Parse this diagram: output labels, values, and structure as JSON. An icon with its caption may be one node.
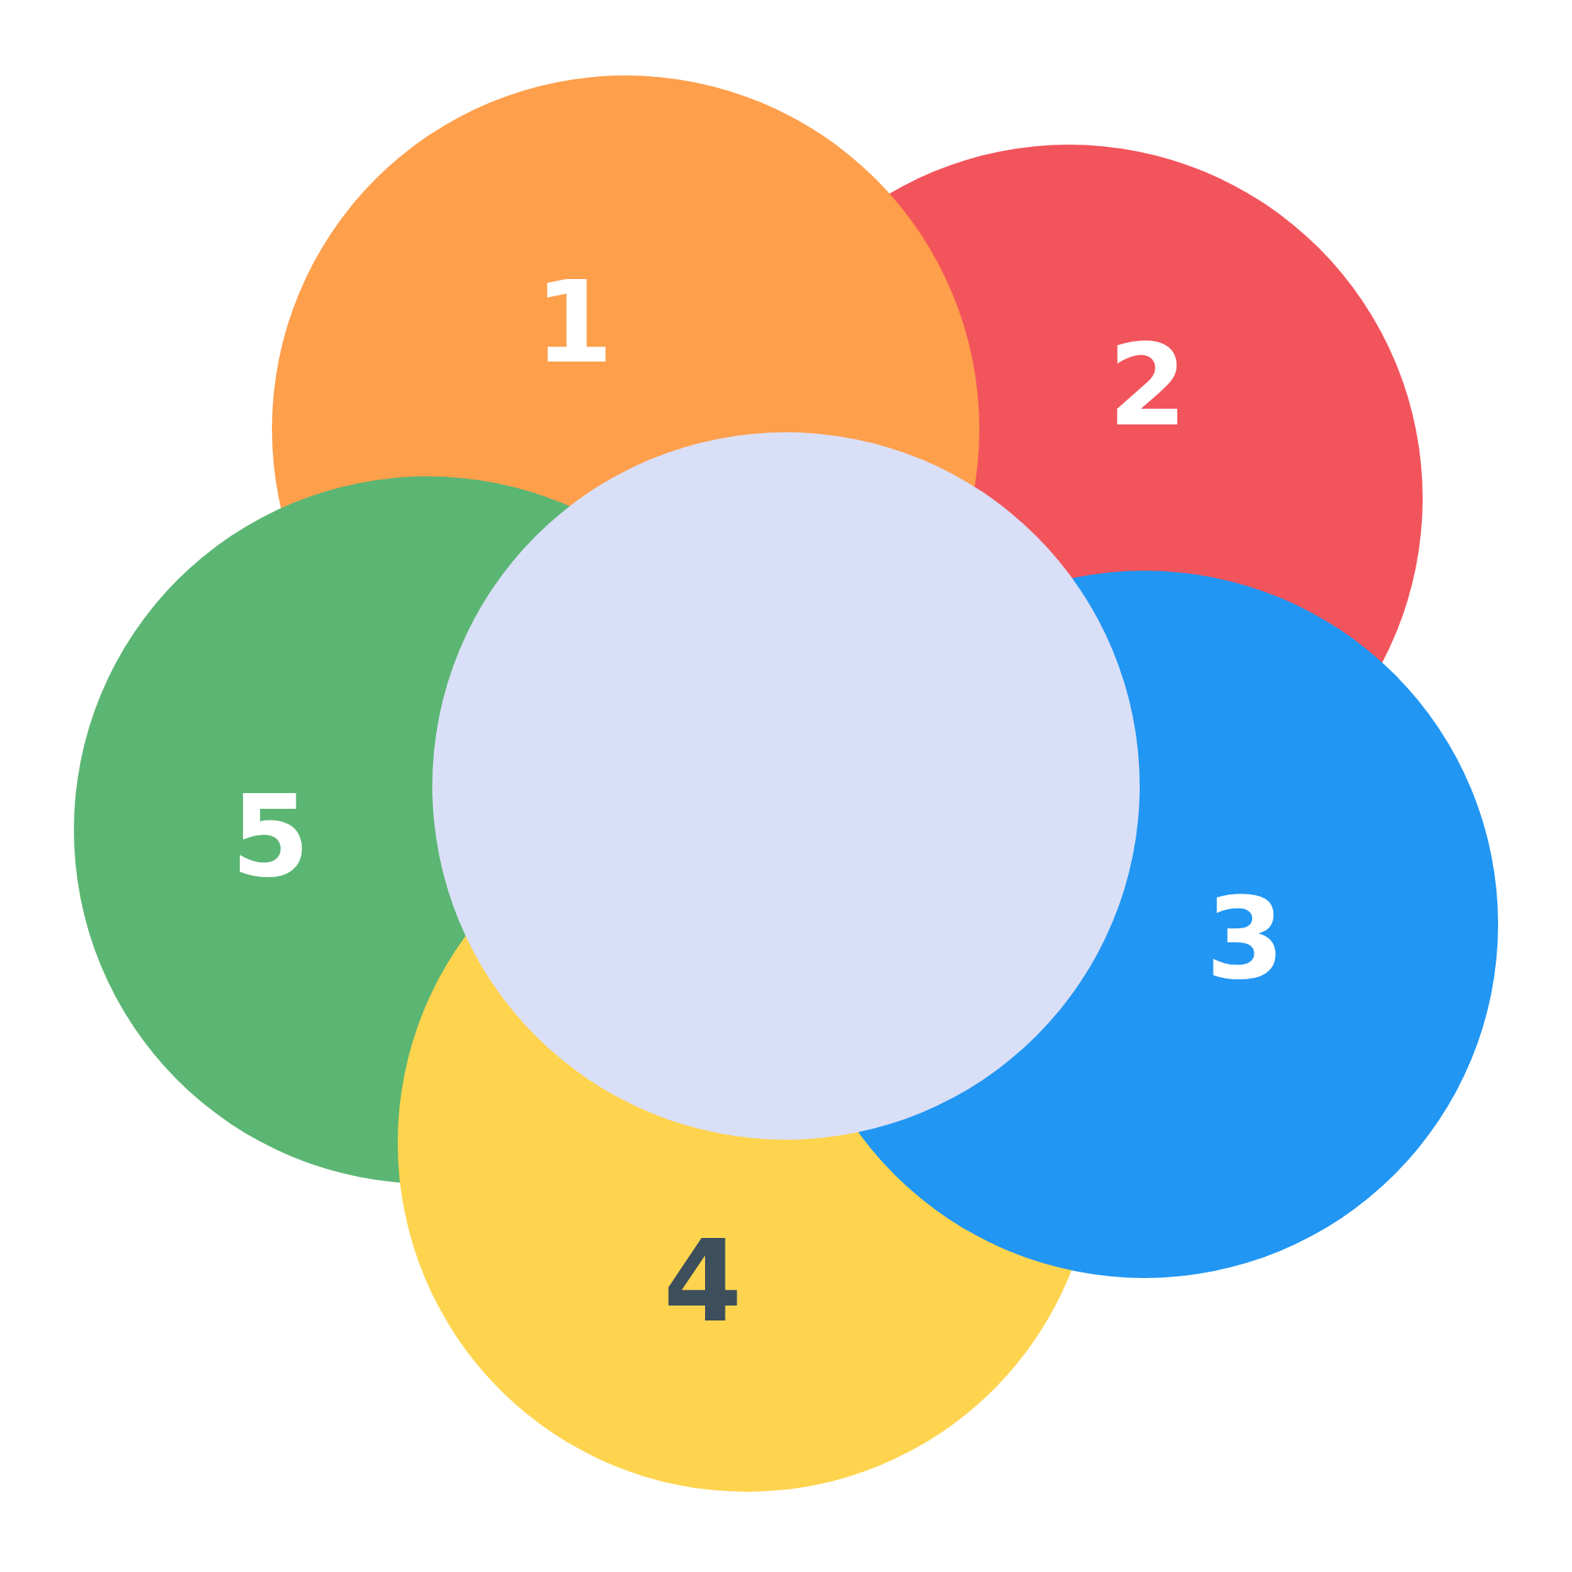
{
  "diagram": {
    "nodes": [
      {
        "text": [
          "1"
        ]
      },
      {
        "text": [
          "2"
        ]
      },
      {
        "text": [
          "3"
        ]
      },
      {
        "text": [
          "4"
        ]
      },
      {
        "text": [
          "5"
        ]
      },
      {
        "text": [],
        "shape": "circle"
      }
    ]
  }
}
